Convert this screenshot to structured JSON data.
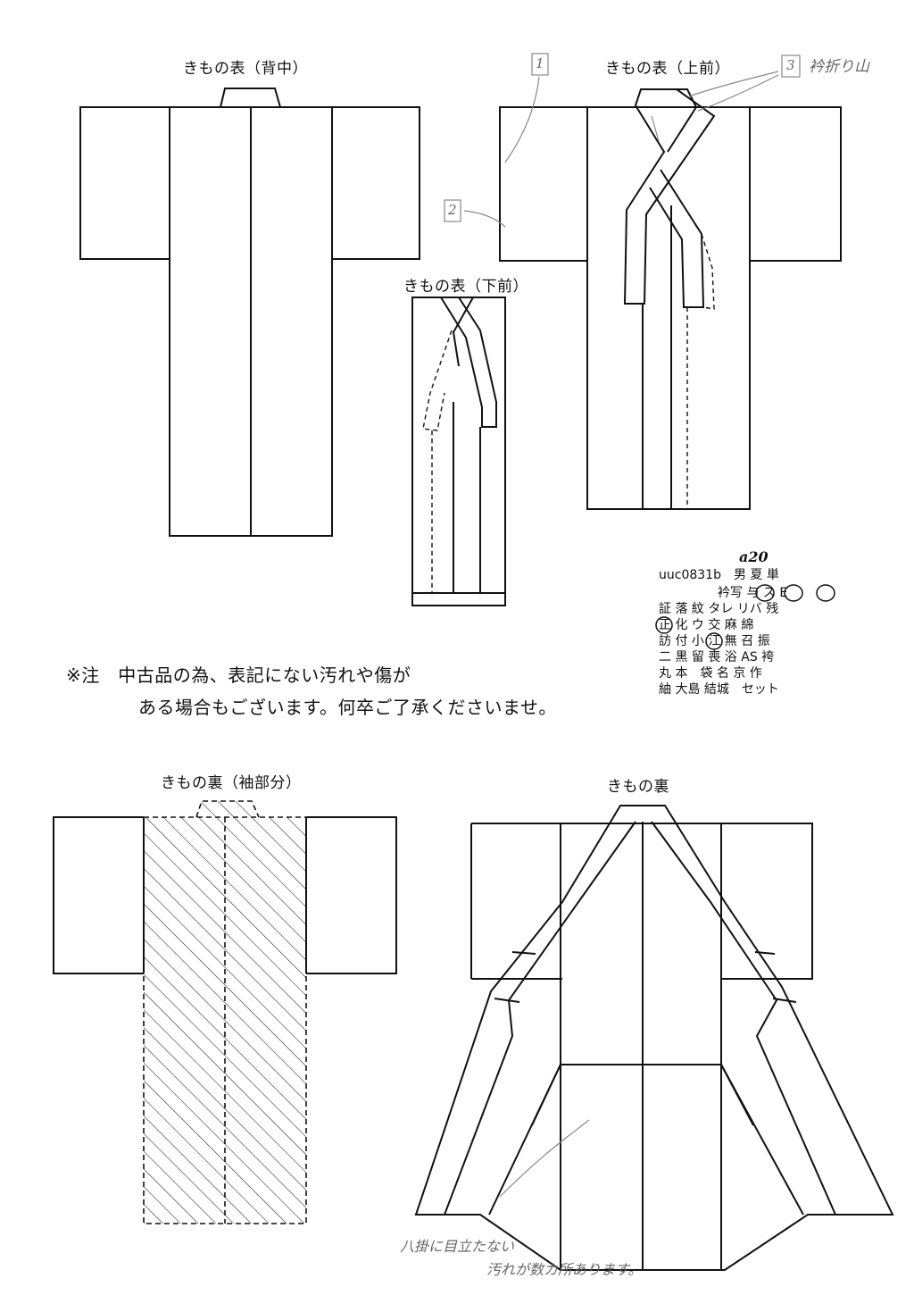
{
  "titles": {
    "back": "きもの表（背中）",
    "upper_front": "きもの表（上前）",
    "lower_front": "きもの表（下前）",
    "lining_sleeve": "きもの裏（袖部分）",
    "lining": "きもの裏"
  },
  "annotations": {
    "marker1": "1",
    "marker2": "2",
    "marker3": "3",
    "collar_fold": "衿折り山",
    "hakake_line1": "八掛に目立たない",
    "hakake_line2": "汚れが数カ所あります。"
  },
  "notice": {
    "line1": "※注　中古品の為、表記にない汚れや傷が",
    "line2": "ある場合もございます。何卒ご了承くださいませ。"
  },
  "code_block": {
    "row0_code": "uuc0831",
    "row0_suffix": "b",
    "row0_hand": "a20",
    "row0_rest": "　男 夏 単",
    "row1": "衿写 与 ス E",
    "row2": "証 落 紋 タレ リバ 残",
    "row3": "正 化 ウ 交 麻 綿",
    "row4": "訪 付 小 江 無 召 振",
    "row5": "二 黒 留 喪 浴 AS 袴",
    "row6": "丸 本　袋 名 京 作",
    "row7": "紬 大島 結城　セット"
  },
  "colors": {
    "line": "#111111",
    "pencil": "#888888"
  }
}
